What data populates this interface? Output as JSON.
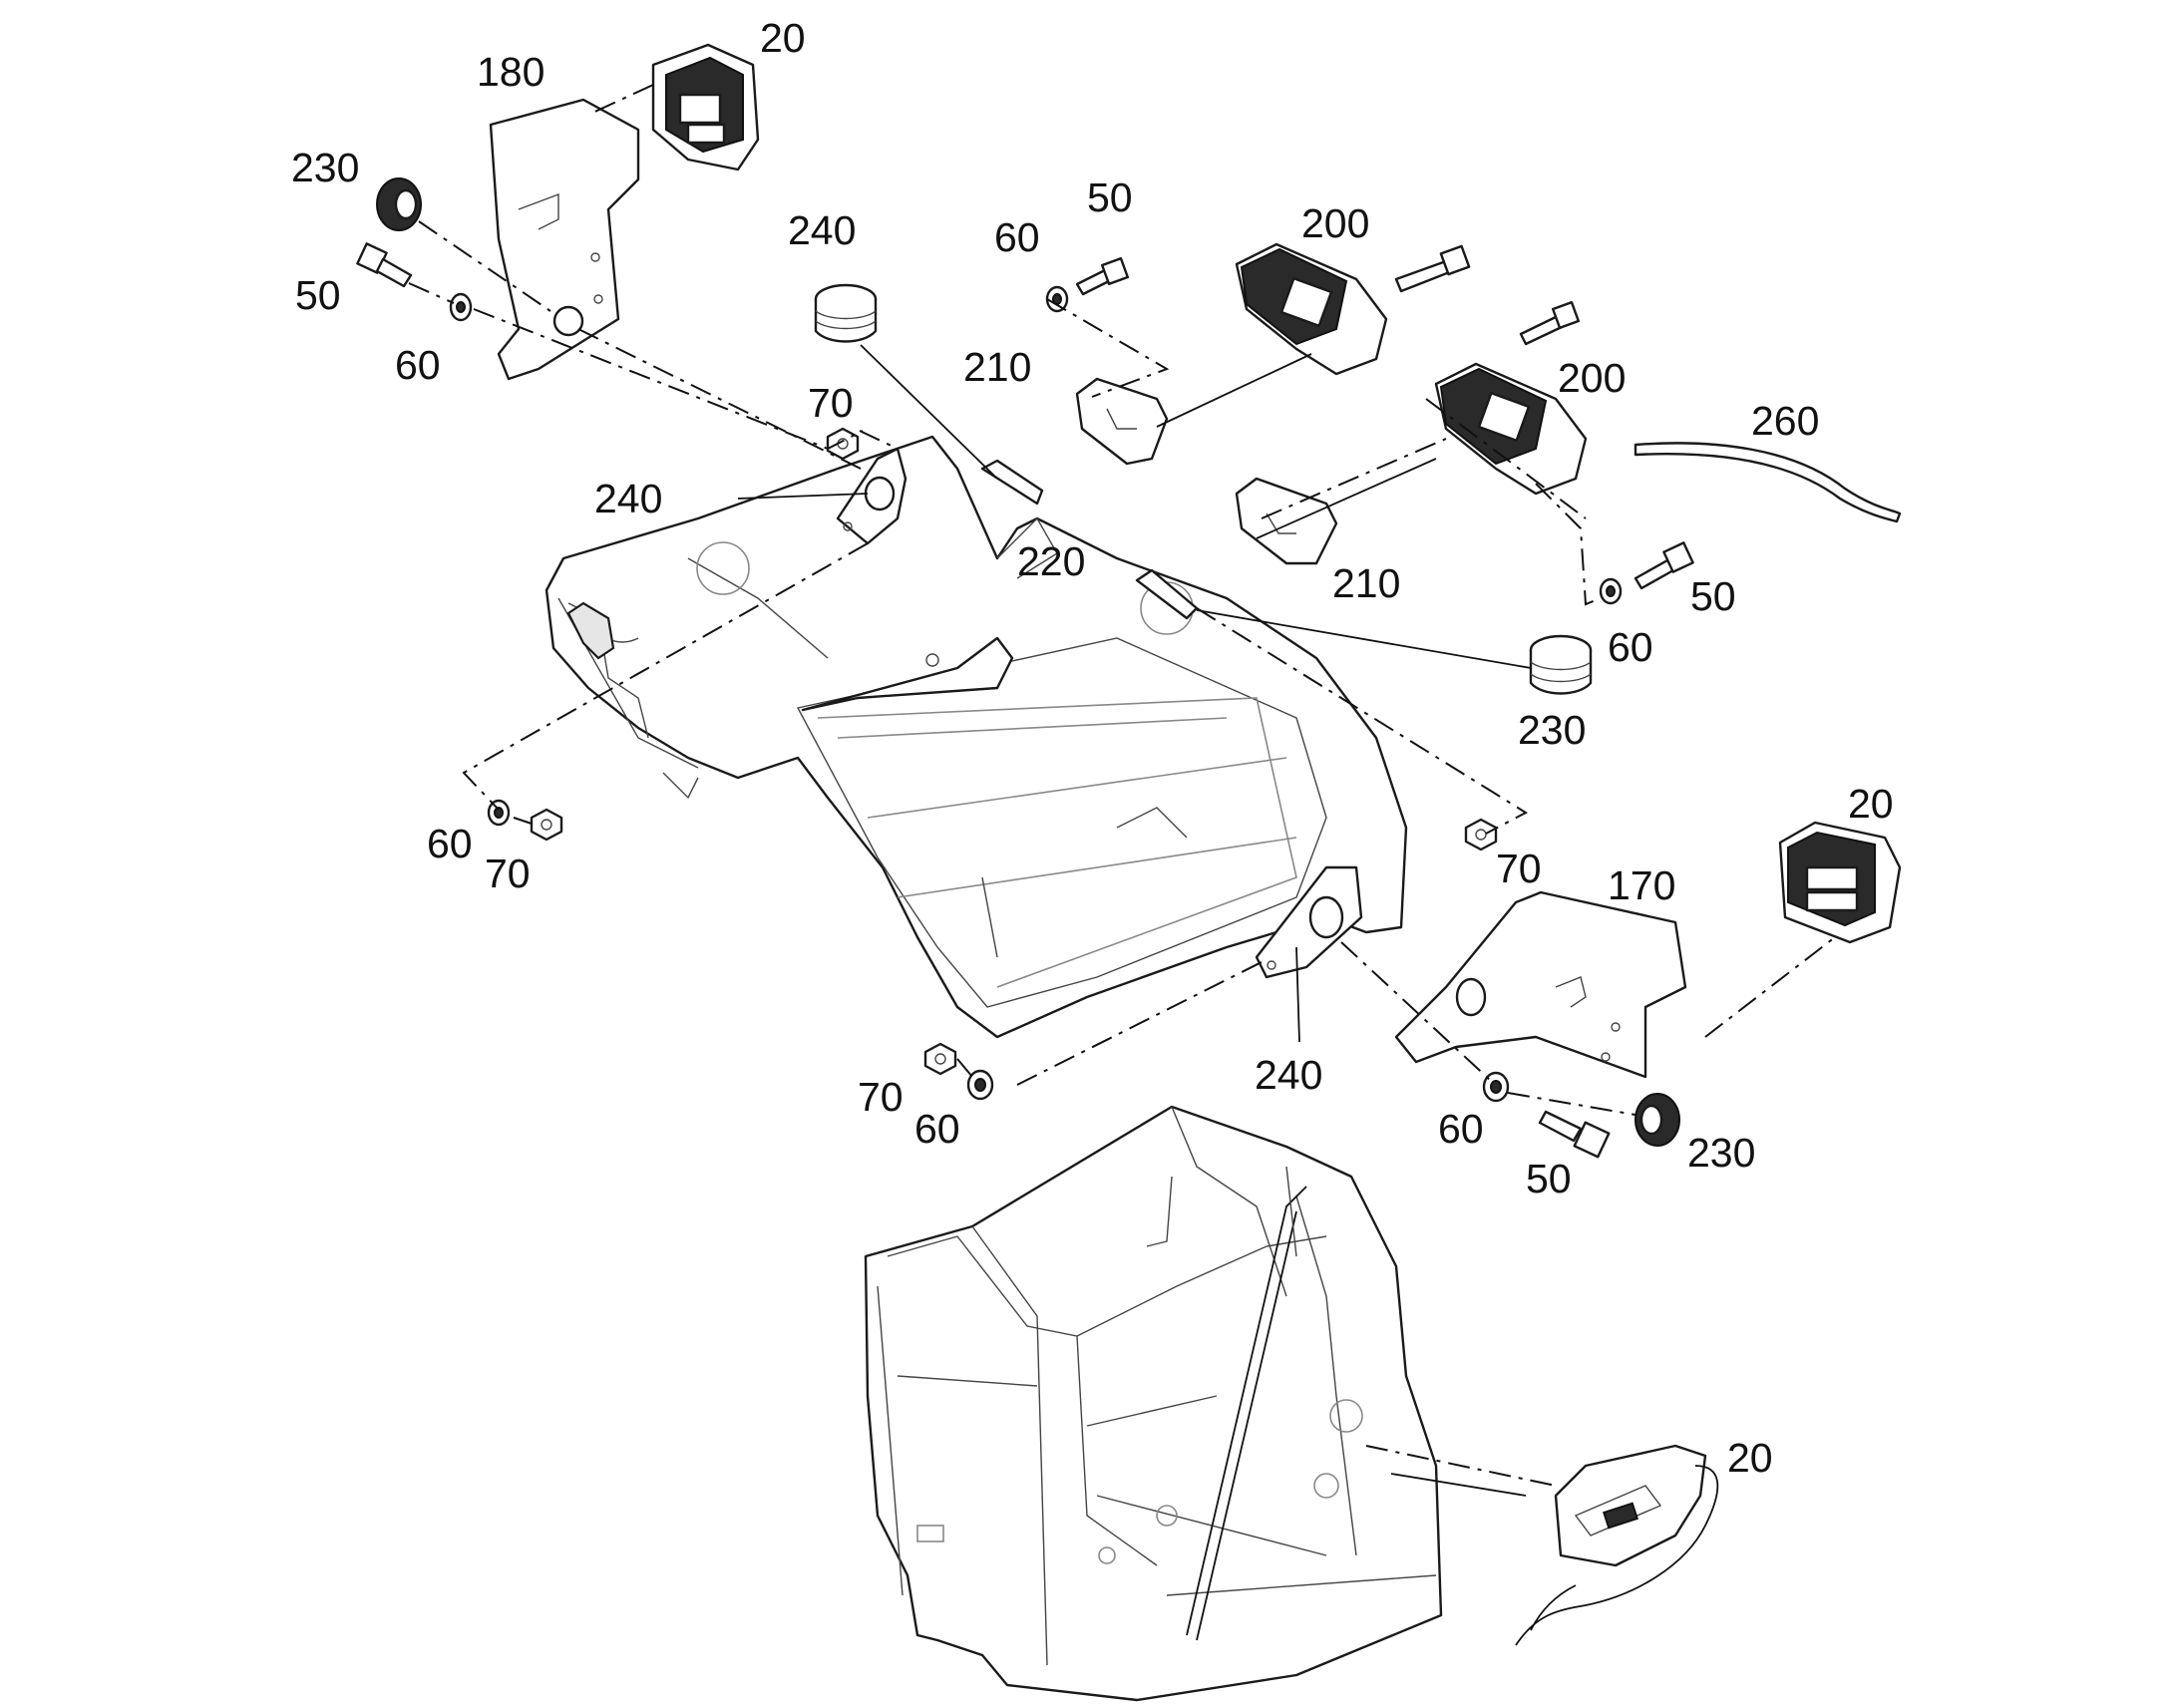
{
  "diagram": {
    "callouts": [
      {
        "id": "c-180",
        "text": "180"
      },
      {
        "id": "c-20-top",
        "text": "20"
      },
      {
        "id": "c-230-left",
        "text": "230"
      },
      {
        "id": "c-50-left",
        "text": "50"
      },
      {
        "id": "c-60-left",
        "text": "60"
      },
      {
        "id": "c-240-top",
        "text": "240"
      },
      {
        "id": "c-60-mid",
        "text": "60"
      },
      {
        "id": "c-50-mid",
        "text": "50"
      },
      {
        "id": "c-200-upper",
        "text": "200"
      },
      {
        "id": "c-210-upper",
        "text": "210"
      },
      {
        "id": "c-200-lower",
        "text": "200"
      },
      {
        "id": "c-260",
        "text": "260"
      },
      {
        "id": "c-70-top",
        "text": "70"
      },
      {
        "id": "c-240-left",
        "text": "240"
      },
      {
        "id": "c-220",
        "text": "220"
      },
      {
        "id": "c-210-lower",
        "text": "210"
      },
      {
        "id": "c-50-right",
        "text": "50"
      },
      {
        "id": "c-60-right",
        "text": "60"
      },
      {
        "id": "c-230-right",
        "text": "230"
      },
      {
        "id": "c-60-lowleft",
        "text": "60"
      },
      {
        "id": "c-70-lowleft",
        "text": "70"
      },
      {
        "id": "c-70-right",
        "text": "70"
      },
      {
        "id": "c-20-right",
        "text": "20"
      },
      {
        "id": "c-170",
        "text": "170"
      },
      {
        "id": "c-240-bottom",
        "text": "240"
      },
      {
        "id": "c-70-bottom",
        "text": "70"
      },
      {
        "id": "c-60-bottom",
        "text": "60"
      },
      {
        "id": "c-60-bottom-right",
        "text": "60"
      },
      {
        "id": "c-230-bottom",
        "text": "230"
      },
      {
        "id": "c-50-bottom",
        "text": "50"
      },
      {
        "id": "c-20-bottom",
        "text": "20"
      }
    ]
  }
}
